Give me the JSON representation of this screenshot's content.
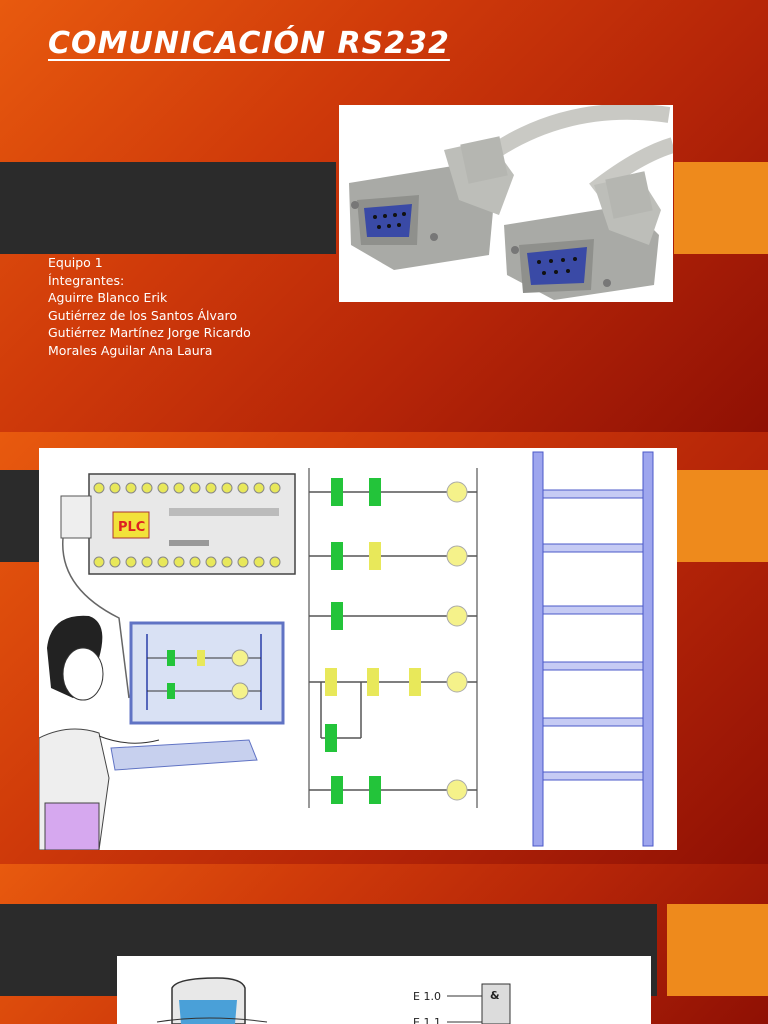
{
  "slide1": {
    "title": "COMUNICACIÓN RS232",
    "team": "Equipo 1",
    "members_heading": "Íntegrantes:",
    "members": [
      "Aguirre Blanco Erik",
      "Gutiérrez de los Santos Álvaro",
      "Gutiérrez Martínez Jorge Ricardo",
      "Morales Aguilar Ana Laura"
    ],
    "image": {
      "icon": "db9-serial-cable-image"
    }
  },
  "slide2": {
    "image": {
      "icon": "plc-ladder-diagram-image",
      "plc_label": "PLC"
    }
  },
  "slide3": {
    "image": {
      "icon": "logic-gate-diagram-image",
      "labels": [
        "E 1.0",
        "E 1.1",
        "&"
      ]
    }
  },
  "colors": {
    "orange_dark": "#8f1004",
    "orange_light": "#e85a0e",
    "band": "#2b2b2b",
    "accent": "#ee8a1c"
  }
}
